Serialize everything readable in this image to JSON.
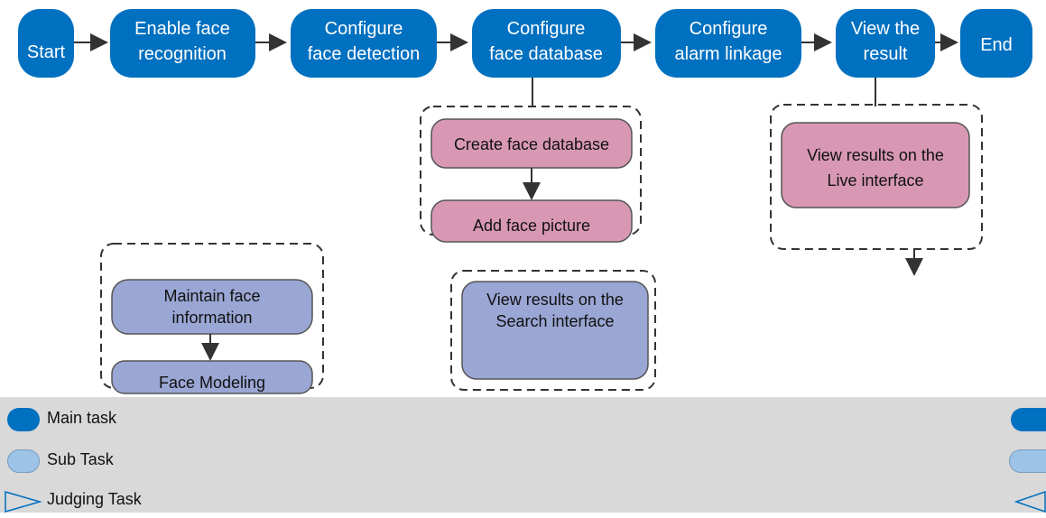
{
  "steps": [
    {
      "line1": "",
      "line2": "Start"
    },
    {
      "line1": "Enable face",
      "line2": "recognition"
    },
    {
      "line1": "Configure",
      "line2": "face detection"
    },
    {
      "line1": "Configure",
      "line2": "face database"
    },
    {
      "line1": "Configure",
      "line2": "alarm linkage"
    },
    {
      "line1": "View the",
      "line2": "result"
    },
    {
      "line1": "",
      "line2": "End"
    }
  ],
  "subtasks": {
    "create_db": "Create face database",
    "add_picture": "Add face picture",
    "maintain_info": {
      "line1": "Maintain face",
      "line2": "information"
    },
    "face_modeling": "Face Modeling",
    "live_view": {
      "line1": "View results on the",
      "line2": "Live interface"
    },
    "search_view": {
      "line1": "View results on the",
      "line2": "Search interface"
    }
  },
  "legend": {
    "main": "Main task",
    "sub": "Sub Task",
    "judge": "Judging Task"
  },
  "colors": {
    "main_task": "#0070c0",
    "sub_task_pink": "#d898b4",
    "sub_task_blue": "#9aa6d4",
    "legend_sub": "#9dc3e6",
    "legend_bg": "#d9d9d9"
  }
}
